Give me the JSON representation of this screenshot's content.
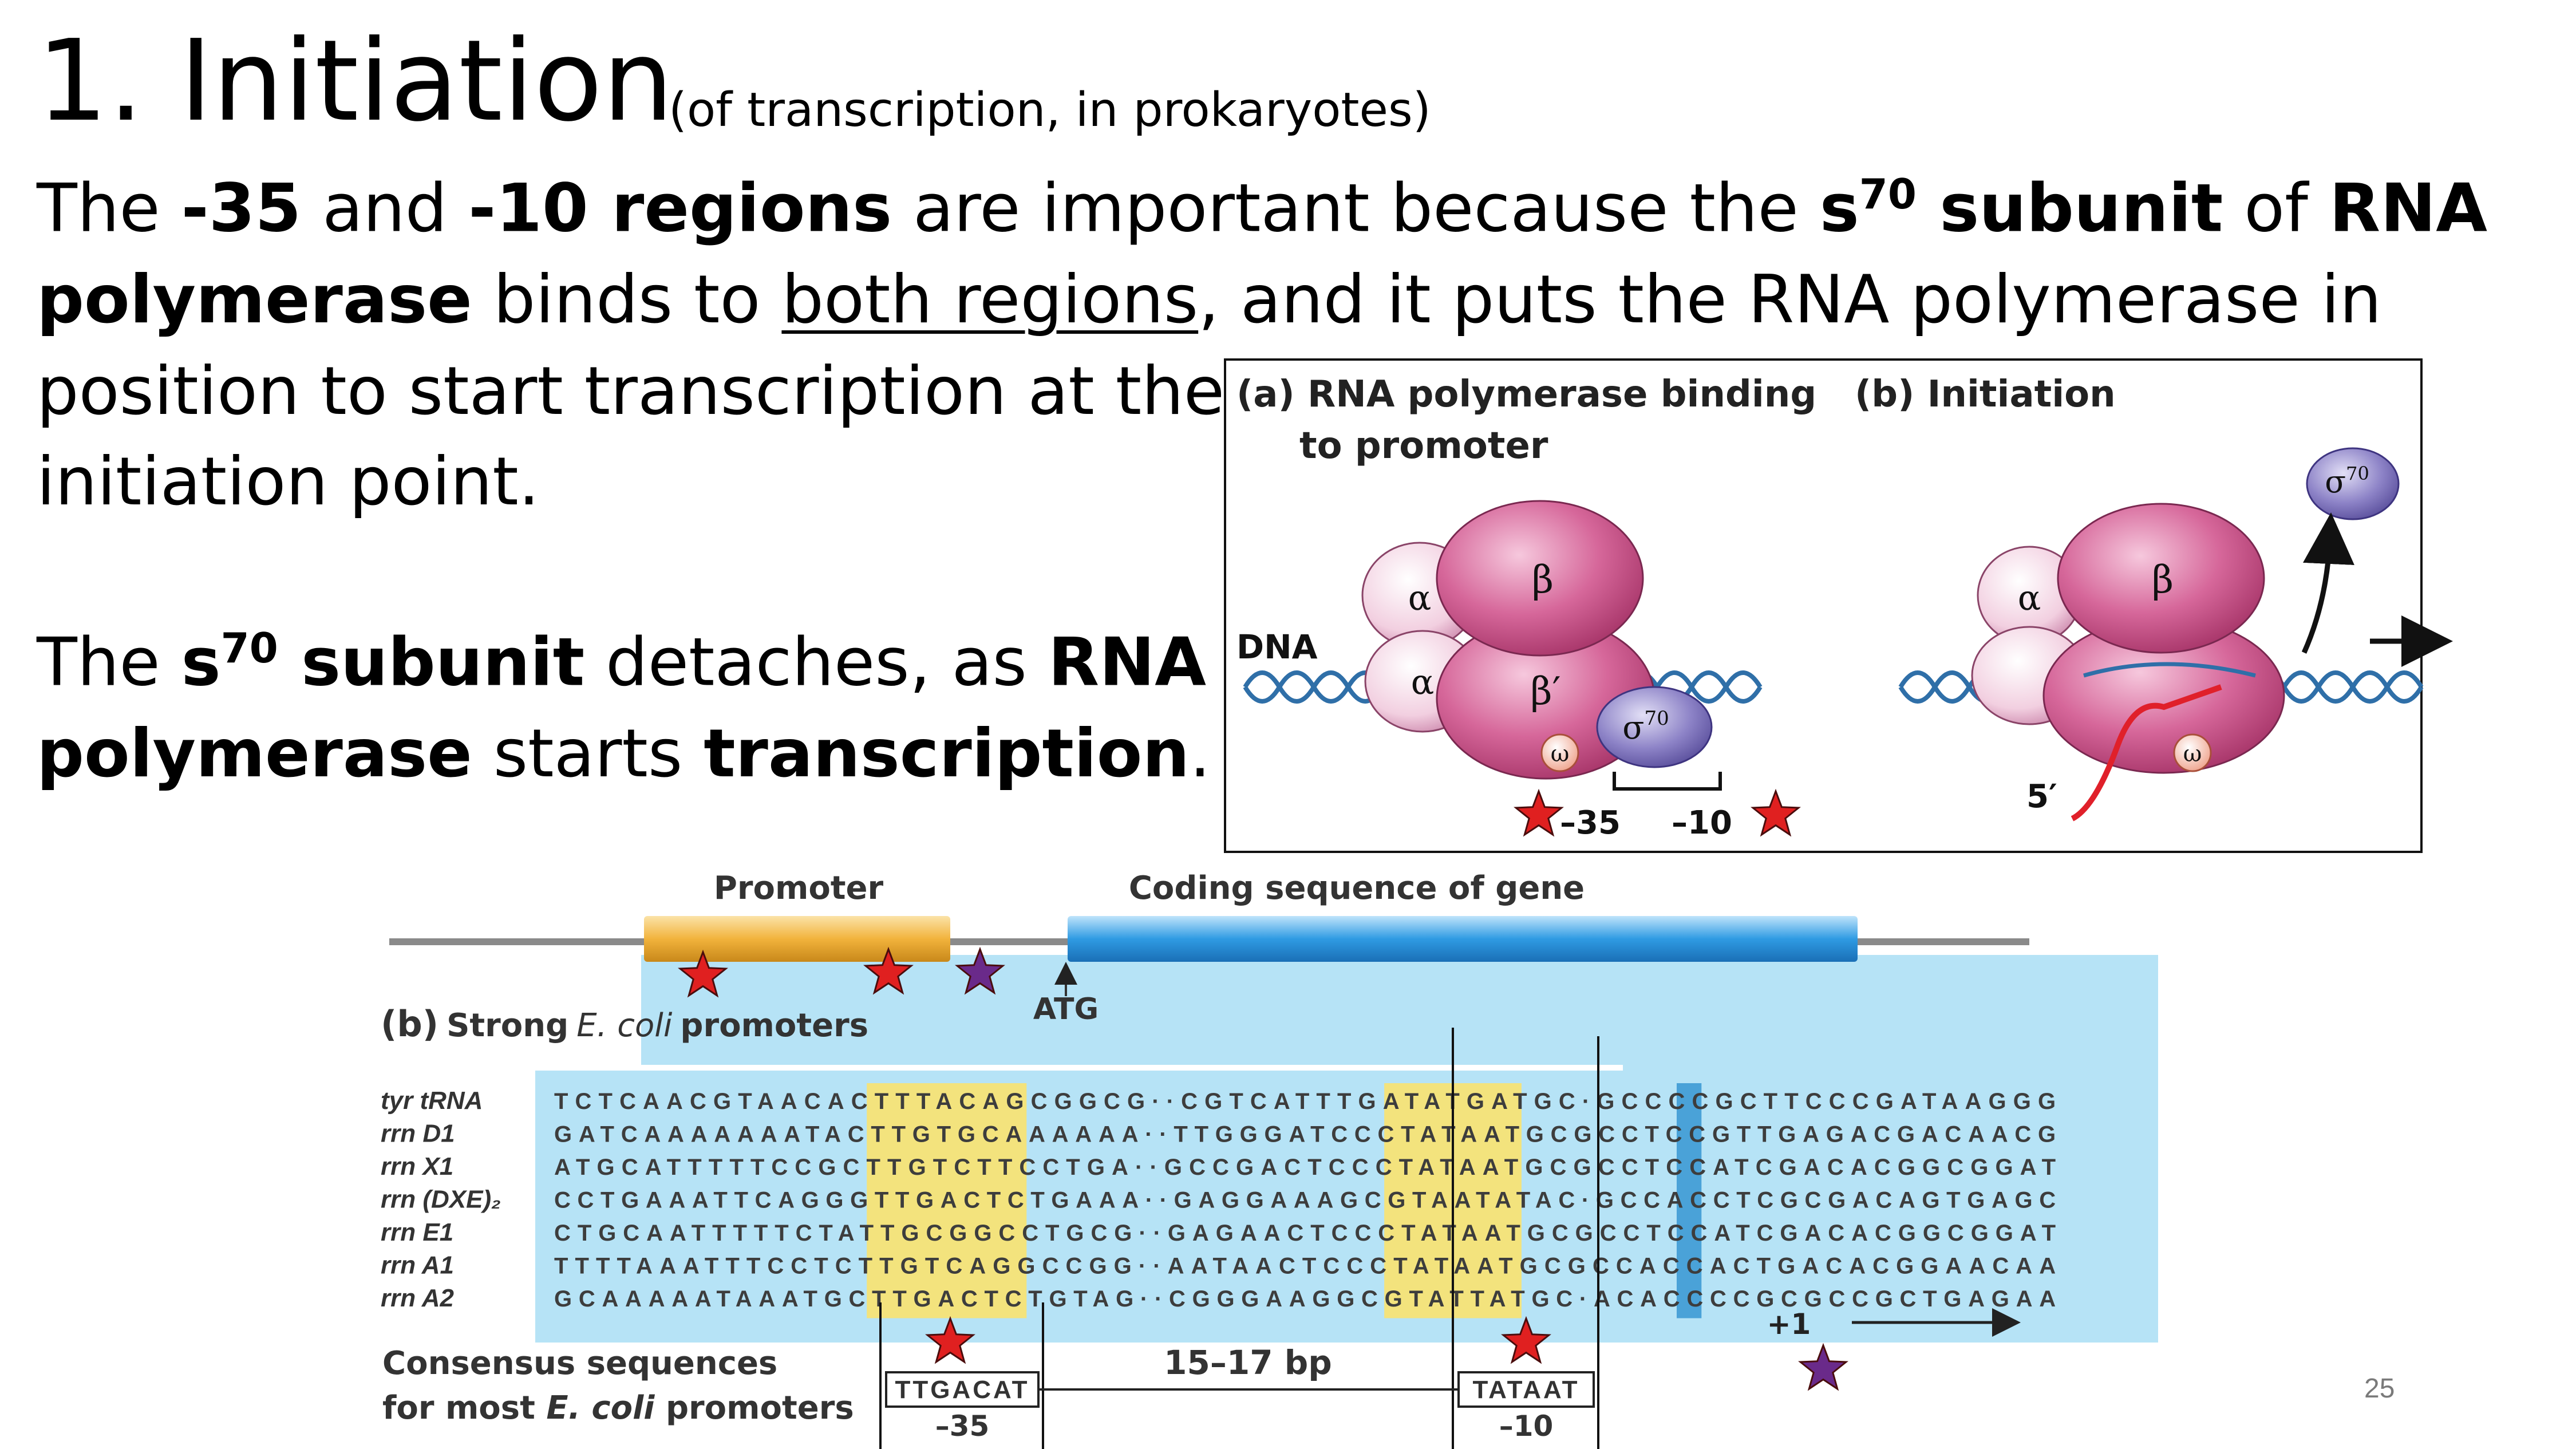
{
  "slide": {
    "title": "1. Initiation",
    "subtitle": "(of transcription, in prokaryotes)",
    "paragraph1": {
      "line1": {
        "t1": "The ",
        "b1": "-35",
        "t2": " and ",
        "b2": "-10 regions",
        "t3": " are important because the ",
        "b3": "s",
        "sup": "70",
        "b4": " subunit",
        "t4": " of ",
        "b5": "RNA"
      },
      "line2": {
        "b1": "polymerase",
        "t1": " binds to ",
        "u1": "both regions",
        "t2": ", and it puts the RNA polymerase in"
      },
      "line3": "position to start transcription at the",
      "line4": "initiation point."
    },
    "paragraph2": {
      "line1": {
        "t1": "The ",
        "b1": "s",
        "sup": "70",
        "b2": " subunit",
        "t2": " detaches, as ",
        "b3": "RNA"
      },
      "line2": {
        "b1": "polymerase",
        "t1": " starts ",
        "b2": "transcription",
        "t2": "."
      }
    },
    "page_number": "25"
  },
  "figure_top": {
    "panel_a_line1": "(a) RNA polymerase binding",
    "panel_a_line2": "to  promoter",
    "panel_b": "(b) Initiation",
    "dna_label": "DNA",
    "alpha": "α",
    "beta": "β",
    "beta_prime": "β′",
    "omega": "ω",
    "sigma": "σ",
    "sigma_sup": "70",
    "minus35": "–35",
    "minus10": "–10",
    "five_prime": "5′",
    "colors": {
      "subunit": "#c94f86",
      "subunit_light": "#f3d3e3",
      "sigma": "#8a7fc4",
      "omega": "#f4b9a6",
      "dna": "#2f6fa8",
      "rna": "#e0202a",
      "star": "#e02020"
    }
  },
  "figure_bottom": {
    "promoter_label": "Promoter",
    "coding_label": "Coding sequence of gene",
    "atg": "ATG",
    "panel_b_prefix": "(b)",
    "panel_b_strong": "Strong",
    "panel_b_species": "E. coli",
    "panel_b_rest": "promoters",
    "promoters": [
      {
        "name": "tyr tRNA",
        "seq": "TCTCAACGTAACACTTTACAGCGGCG··CGTCATTTGATATGATGC·GCCCCGCTTCCCGATAAGGG"
      },
      {
        "name": "rrn D1",
        "seq": "GATCAAAAAAATACTTGTGCAAAAAA··TTGGGATCCCTATAATGCGCCTCCGTTGAGACGACAACG"
      },
      {
        "name": "rrn X1",
        "seq": "ATGCATTTTTCCGCTTGTCTTCCTGA··GCCGACTCCCTATAATGCGCCTCCATCGACACGGCGGAT"
      },
      {
        "name": "rrn (DXE)₂",
        "seq": "CCTGAAATTCAGGGTTGACTCTGAAA··GAGGAAAGCGTAATATAC·GCCACCTCGCGACAGTGAGC"
      },
      {
        "name": "rrn E1",
        "seq": "CTGCAATTTTTCTATTGCGGCCTGCG··GAGAACTCCCTATAATGCGCCTCCATCGACACGGCGGAT"
      },
      {
        "name": "rrn A1",
        "seq": "TTTTAAATTTCCTCTTGTCAGGCCGG··AATAACTCCCTATAATGCGCCACCACTGACACGGAACAA"
      },
      {
        "name": "rrn A2",
        "seq": "GCAAAAATAAATGCTTGACTCTGTAG··CGGGAAGGCGTATTATGC·ACACCCCGCGCCGCTGAGAA"
      }
    ],
    "plus_one": "+1",
    "consensus_line1": "Consensus sequences",
    "consensus_line2_pre": "for most ",
    "consensus_line2_species": "E. coli",
    "consensus_line2_post": " promoters",
    "consensus_35": "TTGACAT",
    "consensus_10": "TATAAT",
    "spacer": "15–17 bp",
    "minus35": "–35",
    "minus10": "–10",
    "colors": {
      "panel_bg": "#b6e3f6",
      "highlight": "#f3e37d",
      "start_col": "#4aa2d8",
      "promoter_bar": "#f2b33c",
      "coding_bar": "#2f9be3",
      "star_red": "#e02020",
      "star_purple": "#6a2a8a"
    }
  }
}
